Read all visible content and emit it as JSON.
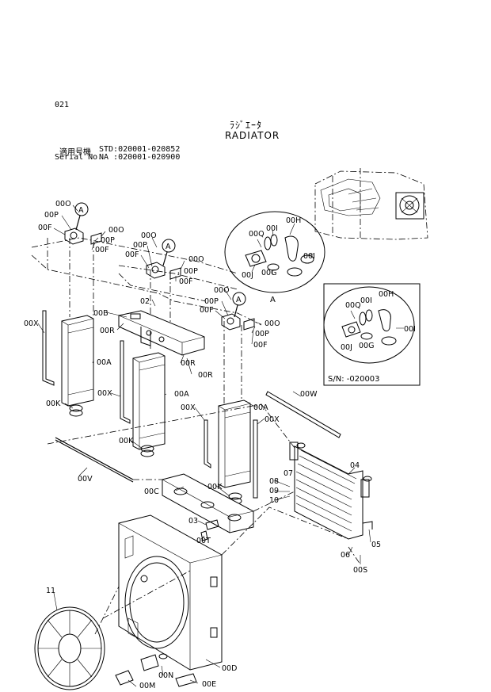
{
  "header": {
    "page_number": "021",
    "title_jp": "ﾗｼﾞｴｰﾀ",
    "title_en": "RADIATOR",
    "applicable_label": "適用号機",
    "applicable_value": "STD:020001-020852",
    "serial_label": "Serial No.",
    "serial_value": "NA :020001-020900"
  },
  "detail_A": {
    "label": "A",
    "parts": [
      "00H",
      "00Q",
      "00I",
      "00I",
      "00J",
      "00G"
    ]
  },
  "detail_SN": {
    "parts": [
      "00H",
      "00Q",
      "00I",
      "00I",
      "00J",
      "00G"
    ],
    "serial_note": "S/N: -020003"
  },
  "callout_A": "A",
  "parts": {
    "p00O_1": "00O",
    "p00P_1": "00P",
    "p00F_1": "00F",
    "p00O_2": "00O",
    "p00P_2": "00P",
    "p00F_2": "00F",
    "p00O_3": "00O",
    "p00P_3": "00P",
    "p00F_3": "00F",
    "p00O_4": "00O",
    "p00P_4": "00P",
    "p00F_4": "00F",
    "p00O_5": "00O",
    "p00P_5": "00P",
    "p00F_5": "00F",
    "p00O_6": "00O",
    "p00P_6": "00P",
    "p00F_6": "00F",
    "p02": "02",
    "p00B": "00B",
    "p00R_1": "00R",
    "p00R_2": "00R",
    "p00R_3": "00R",
    "p00X_1": "00X",
    "p00X_2": "00X",
    "p00X_3": "00X",
    "p00X_4": "00X",
    "p00A_1": "00A",
    "p00A_2": "00A",
    "p00A_3": "00A",
    "p00K_1": "00K",
    "p00K_2": "00K",
    "p00K_3": "00K",
    "p00W": "00W",
    "p00V": "00V",
    "p00C": "00C",
    "p03": "03",
    "p00T": "00T",
    "p04": "04",
    "p05": "05",
    "p06": "06",
    "p07": "07",
    "p08": "08",
    "p09": "09",
    "p10": "10",
    "p00S": "00S",
    "p11": "11",
    "p00D": "00D",
    "p00M": "00M",
    "p00N": "00N",
    "p00E": "00E"
  }
}
